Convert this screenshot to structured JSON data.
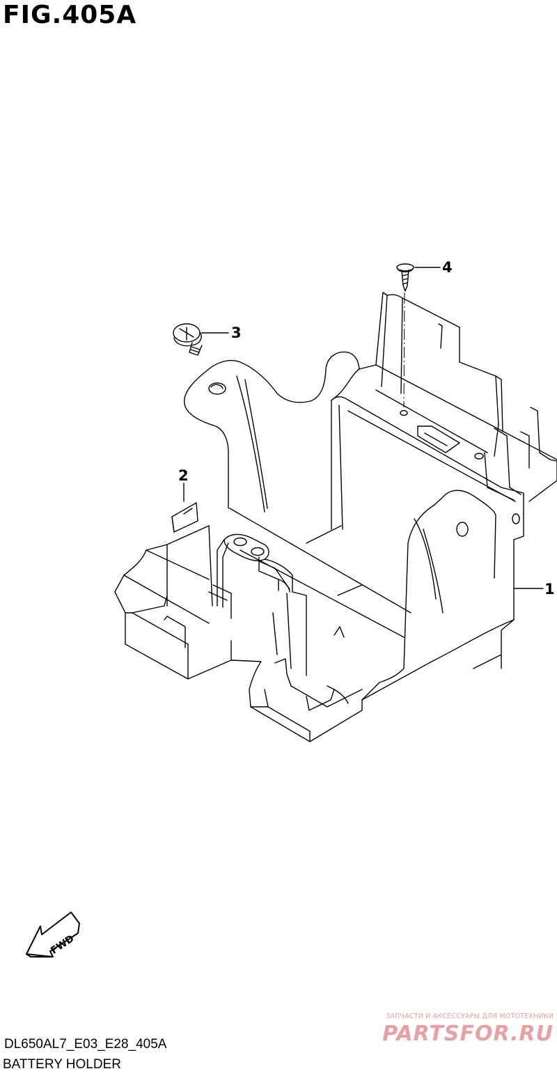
{
  "figure": {
    "title": "FIG.405A",
    "code": "DL650AL7_E03_E28_405A",
    "caption": "BATTERY HOLDER"
  },
  "callouts": [
    {
      "id": "1",
      "part": "battery-holder"
    },
    {
      "id": "2",
      "part": "pad"
    },
    {
      "id": "3",
      "part": "bolt"
    },
    {
      "id": "4",
      "part": "screw"
    }
  ],
  "direction_arrow": {
    "label": "FWD"
  },
  "watermark": {
    "subtitle": "ЗАПЧАСТИ И АКСЕССУАРЫ ДЛЯ МОТОТЕХНИКИ",
    "logo": "PARTSFOR.RU",
    "color": "#e9a0a4"
  }
}
